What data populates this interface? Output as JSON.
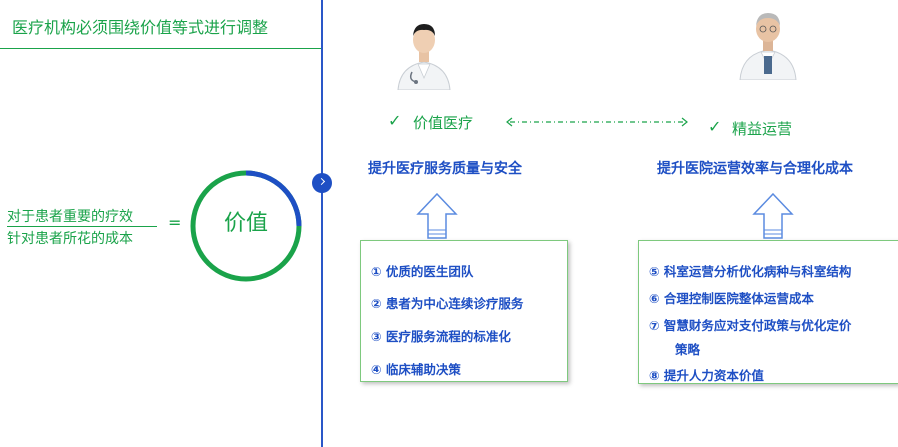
{
  "title": "医疗机构必须围绕价值等式进行调整",
  "formula": {
    "numerator": "对于患者重要的疗效",
    "denominator": "针对患者所花的成本",
    "equals": "=",
    "value": "价值"
  },
  "left_column": {
    "check": "✓",
    "role": "价值医疗",
    "goal": "提升医疗服务质量与安全",
    "items": [
      "① 优质的医生团队",
      "②   患者为中心连续诊疗服务",
      "③   医疗服务流程的标准化",
      "④   临床辅助决策"
    ]
  },
  "right_column": {
    "check": "✓",
    "role": "精益运营",
    "goal": "提升医院运营效率与合理化成本",
    "items": [
      "⑤   科室运营分析优化病种与科室结构",
      "⑥   合理控制医院整体运营成本",
      "⑦   智慧财务应对支付政策与优化定价",
      "策略",
      "⑧   提升人力资本价值"
    ]
  },
  "colors": {
    "green": "#1aa34a",
    "blue": "#1e4fc4",
    "box_border": "#7ec97e"
  },
  "icons": {
    "young_doctor": "young-doctor-icon",
    "senior_doctor": "senior-doctor-icon",
    "arrow": "hollow-up-arrow-icon",
    "dashed_arrow": "double-dashed-arrow-icon"
  }
}
